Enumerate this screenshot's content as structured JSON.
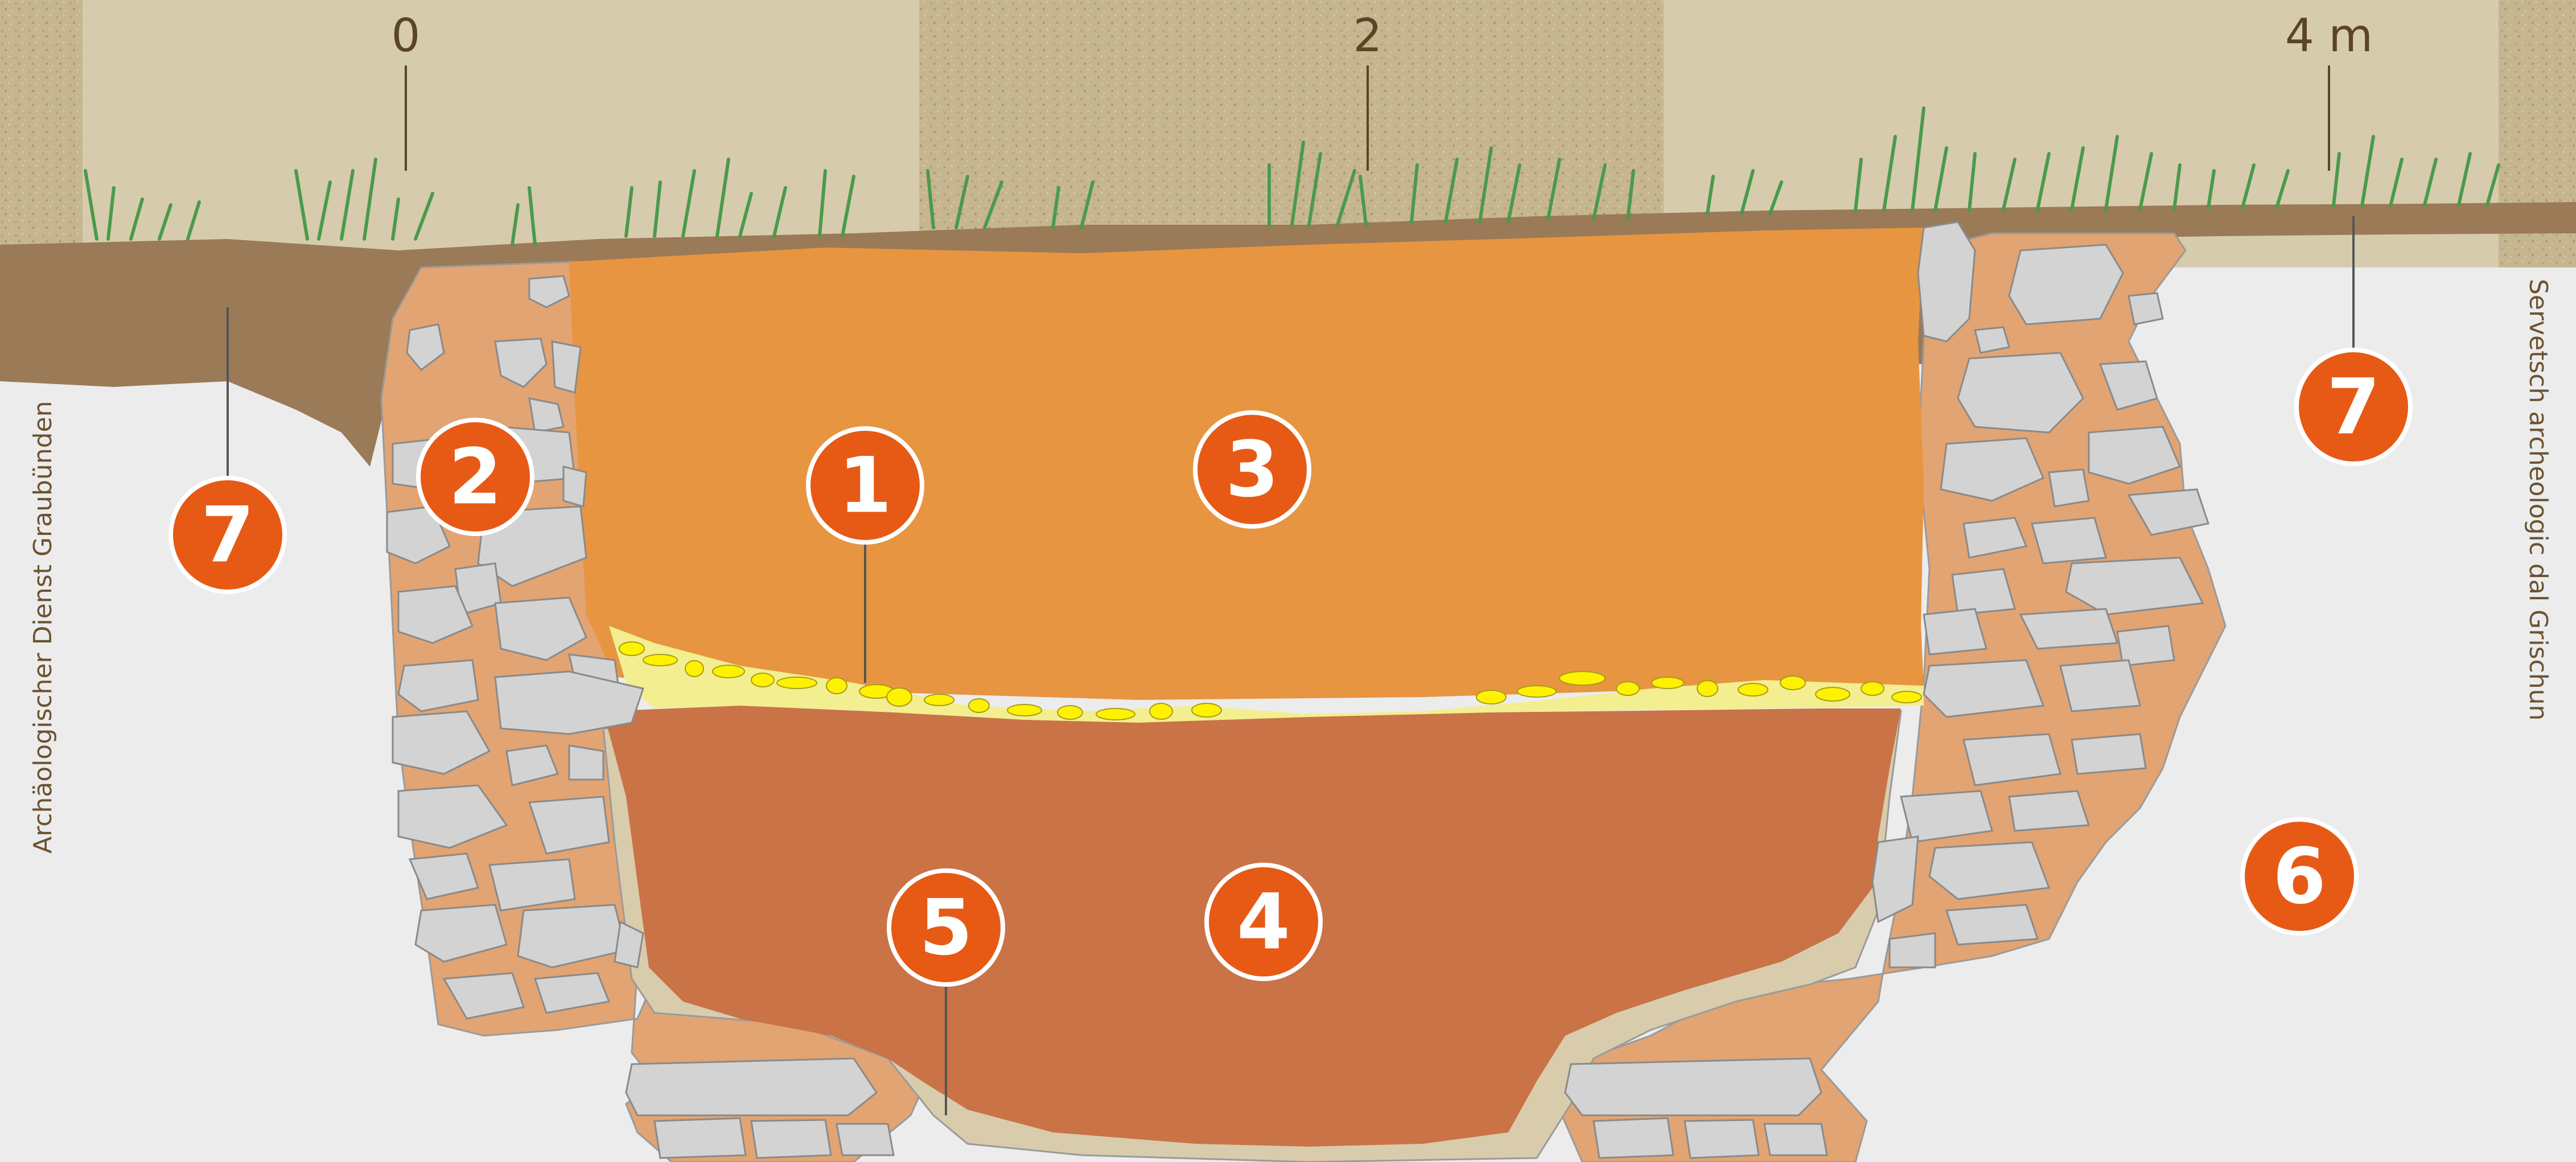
{
  "scale": {
    "labels": [
      "0",
      "2",
      "4 m"
    ]
  },
  "side_text": {
    "left": "Archäologischer Dienst Graubünden",
    "right": "Servetsch archeologic dal Grischun"
  },
  "markers": [
    "1",
    "2",
    "3",
    "4",
    "5",
    "6",
    "7",
    "7"
  ],
  "colors": {
    "subsoil": "#ececec",
    "topsoil": "#9b7a57",
    "fill_upper": "#e79540",
    "fill_lower": "#c97347",
    "bone_layer": "#f3ee8f",
    "bones": "#fff200",
    "wall_mortar": "#e2a473",
    "stones": "#d3d3d3",
    "base_layer": "#d8ccac",
    "marker": "#e65a16",
    "scale_band_light": "#d6ccad",
    "scale_band_dark": "#c6b690"
  }
}
